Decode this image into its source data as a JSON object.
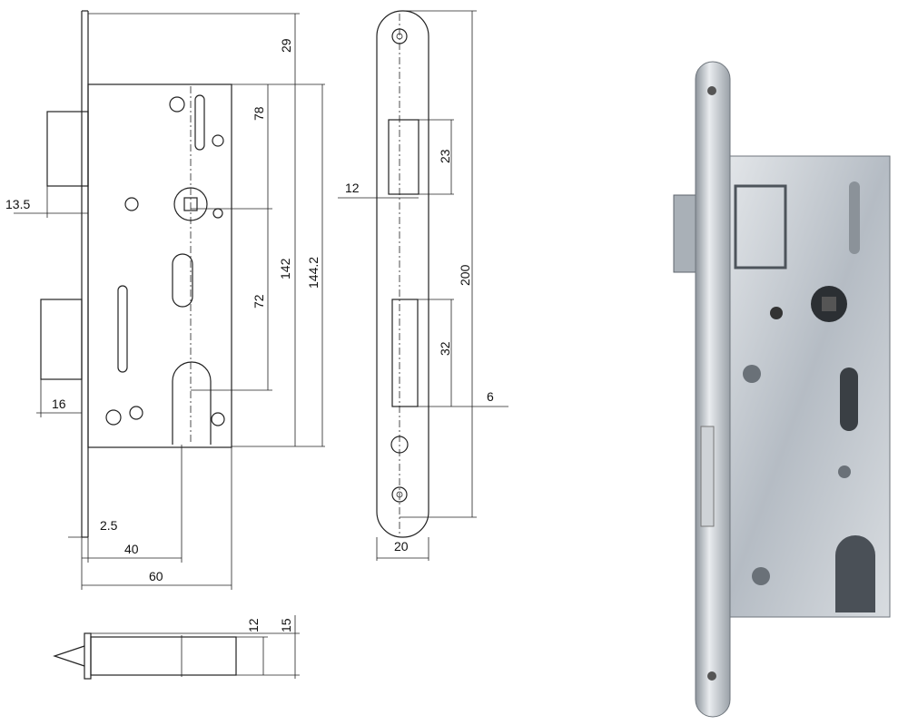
{
  "drawing": {
    "front_view": {
      "dim_top": "29",
      "dim_backset_upper": "78",
      "dim_latch_projection": "13.5",
      "dim_142": "142",
      "dim_144": "144.2",
      "dim_72": "72",
      "dim_16": "16",
      "dim_2_5": "2.5",
      "dim_40": "40",
      "dim_60": "60"
    },
    "bottom_view": {
      "dim_12": "12",
      "dim_15": "15"
    },
    "side_view": {
      "dim_12": "12",
      "dim_23": "23",
      "dim_200": "200",
      "dim_32": "32",
      "dim_6": "6",
      "dim_20": "20"
    }
  },
  "colors": {
    "line": "#222222",
    "metal": "#b9bfc6",
    "metal_dark": "#7c838b"
  }
}
